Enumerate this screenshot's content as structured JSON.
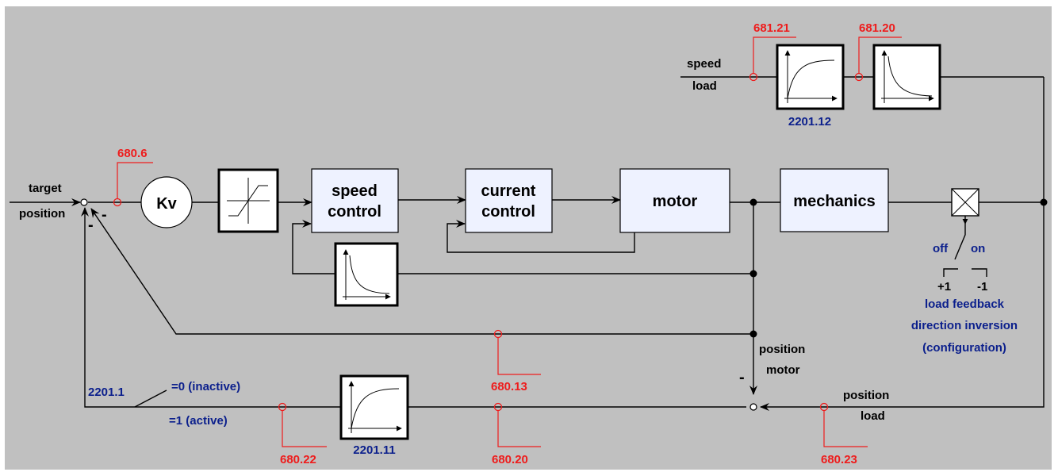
{
  "colors": {
    "background": "#c0c0c0",
    "block_fill": "#eef2ff",
    "parameter_red": "#ee1c1c",
    "parameter_blue": "#0b1f8c"
  },
  "inputs": {
    "target": "target",
    "position": "position",
    "speed": "speed",
    "load": "load"
  },
  "blocks": {
    "kv": "Kv",
    "speed_control_1": "speed",
    "speed_control_2": "control",
    "current_control_1": "current",
    "current_control_2": "control",
    "motor": "motor",
    "mechanics": "mechanics"
  },
  "signs": {
    "minus": "-"
  },
  "switches": {
    "off": "off",
    "on": "on",
    "plus_one": "+1",
    "minus_one": "-1",
    "inversion_1": "load feedback",
    "inversion_2": "direction inversion",
    "inversion_3": "(configuration)",
    "select_param": "2201.1",
    "inactive": "=0 (inactive)",
    "active": "=1 (active)"
  },
  "feedback": {
    "position_motor_1": "position",
    "position_motor_2": "motor",
    "position_load_1": "position",
    "position_load_2": "load"
  },
  "parameters": {
    "p680_6": "680.6",
    "p681_21": "681.21",
    "p681_20": "681.20",
    "p2201_12": "2201.12",
    "p680_13": "680.13",
    "p680_22": "680.22",
    "p2201_11": "2201.11",
    "p680_20": "680.20",
    "p680_23": "680.23"
  }
}
